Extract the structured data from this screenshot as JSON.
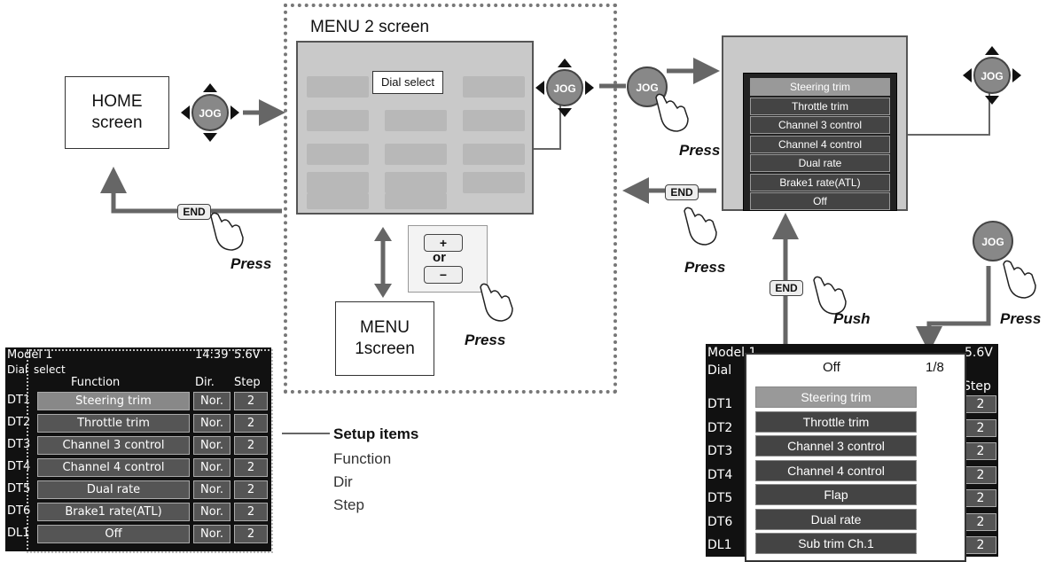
{
  "menu2": {
    "title": "MENU 2 screen",
    "dial_select": "Dial select"
  },
  "home": {
    "label1": "HOME",
    "label2": "screen"
  },
  "menu1": {
    "label1": "MENU",
    "label2": "1screen"
  },
  "plus_minus": {
    "plus": "+",
    "or": "or",
    "minus": "−"
  },
  "labels": {
    "press": "Press",
    "push": "Push",
    "end": "END",
    "jog": "JOG"
  },
  "lcd": {
    "model": "Model 1",
    "time": "14:39",
    "voltage": "5.6V",
    "header_dial": "Dial",
    "header_select": "select",
    "col_function": "Function",
    "col_dir": "Dir.",
    "col_step": "Step",
    "rows": [
      {
        "tag": "DT1",
        "func": "Steering trim",
        "dir": "Nor.",
        "step": "2"
      },
      {
        "tag": "DT2",
        "func": "Throttle trim",
        "dir": "Nor.",
        "step": "2"
      },
      {
        "tag": "DT3",
        "func": "Channel 3 control",
        "dir": "Nor.",
        "step": "2"
      },
      {
        "tag": "DT4",
        "func": "Channel 4 control",
        "dir": "Nor.",
        "step": "2"
      },
      {
        "tag": "DT5",
        "func": "Dual rate",
        "dir": "Nor.",
        "step": "2"
      },
      {
        "tag": "DT6",
        "func": "Brake1 rate(ATL)",
        "dir": "Nor.",
        "step": "2"
      },
      {
        "tag": "DL1",
        "func": "Off",
        "dir": "Nor.",
        "step": "2"
      }
    ]
  },
  "setup": {
    "title": "Setup items",
    "items": [
      "Function",
      "Dir",
      "Step"
    ]
  },
  "popup": {
    "page": "1/8",
    "current": "Off",
    "options": [
      "Steering trim",
      "Throttle trim",
      "Channel 3 control",
      "Channel 4 control",
      "Flap",
      "Dual rate",
      "Sub trim Ch.1"
    ]
  },
  "topright_list": [
    "Steering trim",
    "Throttle trim",
    "Channel 3 control",
    "Channel 4 control",
    "Dual rate",
    "Brake1 rate(ATL)",
    "Off"
  ]
}
